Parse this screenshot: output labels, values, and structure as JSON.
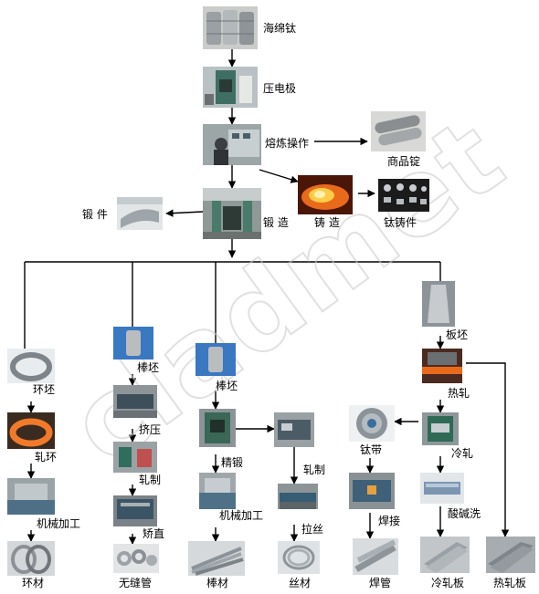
{
  "watermark": "cladmet",
  "colors": {
    "line": "#000000",
    "watermark": "#c8c8c8",
    "steel": "#a7acb3",
    "furnace": "#e86a1a",
    "blue": "#3a78c2"
  },
  "nodes": {
    "sponge": "海绵钛",
    "electrode": "压电极",
    "smelting": "熔炼操作",
    "ingot": "商品锭",
    "forging_part": "锻  件",
    "forging": "锻  造",
    "casting": "铸  造",
    "ti_casting": "钛铸件",
    "ring_blank": "环坯",
    "ring_rolling": "轧环",
    "mach1": "机械加工",
    "ring": "环材",
    "bar_blank1": "棒坯",
    "extrusion": "挤压",
    "rolling1": "轧制",
    "straighten": "矫直",
    "seamless": "无缝管",
    "bar_blank2": "棒坯",
    "precision_forge": "精锻",
    "mach2": "机械加工",
    "bar": "棒材",
    "rolling2": "轧制",
    "drawing": "拉丝",
    "wire": "丝材",
    "strip": "钛带",
    "welding": "焊接",
    "welded_pipe": "焊管",
    "slab": "板坯",
    "hot_rolling": "热轧",
    "cold_rolling": "冷轧",
    "pickling": "酸碱洗",
    "cold_plate": "冷轧板",
    "hot_plate": "热轧板"
  }
}
